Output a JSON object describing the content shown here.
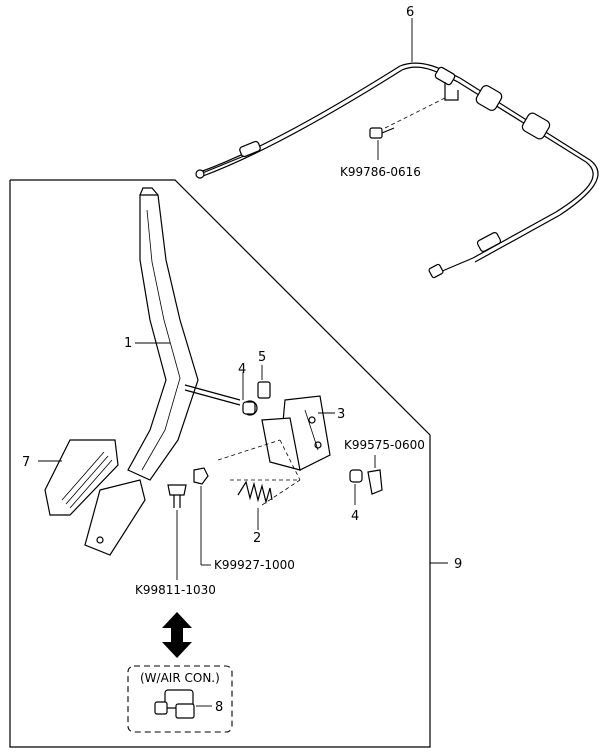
{
  "callouts": {
    "c1": "1",
    "c2": "2",
    "c3": "3",
    "c4a": "4",
    "c4b": "4",
    "c5": "5",
    "c6": "6",
    "c7": "7",
    "c8": "8",
    "c9": "9"
  },
  "part_numbers": {
    "cable_bolt": "K99786-0616",
    "bracket_bolt": "K99575-0600",
    "nut": "K99927-1000",
    "stopper_bolt": "K99811-1030"
  },
  "option_label": "(W/AIR CON.)"
}
